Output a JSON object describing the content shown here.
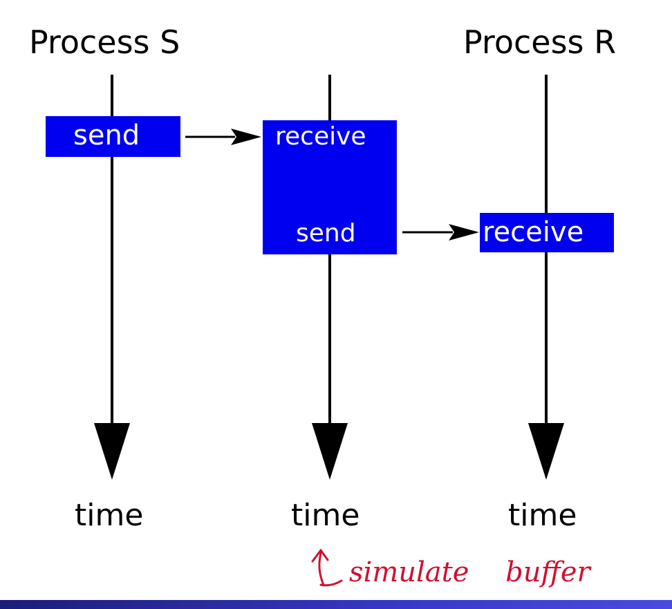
{
  "header": {
    "process_s": "Process S",
    "process_r": "Process R"
  },
  "boxes": {
    "s_send": "send",
    "mid_receive": "receive",
    "mid_send": "send",
    "r_receive": "receive"
  },
  "timelines": {
    "left": "time",
    "middle": "time",
    "right": "time"
  },
  "annotation": {
    "text": "simulate buffer"
  },
  "colors": {
    "box": "#0000f0",
    "annotation": "#d01030"
  }
}
